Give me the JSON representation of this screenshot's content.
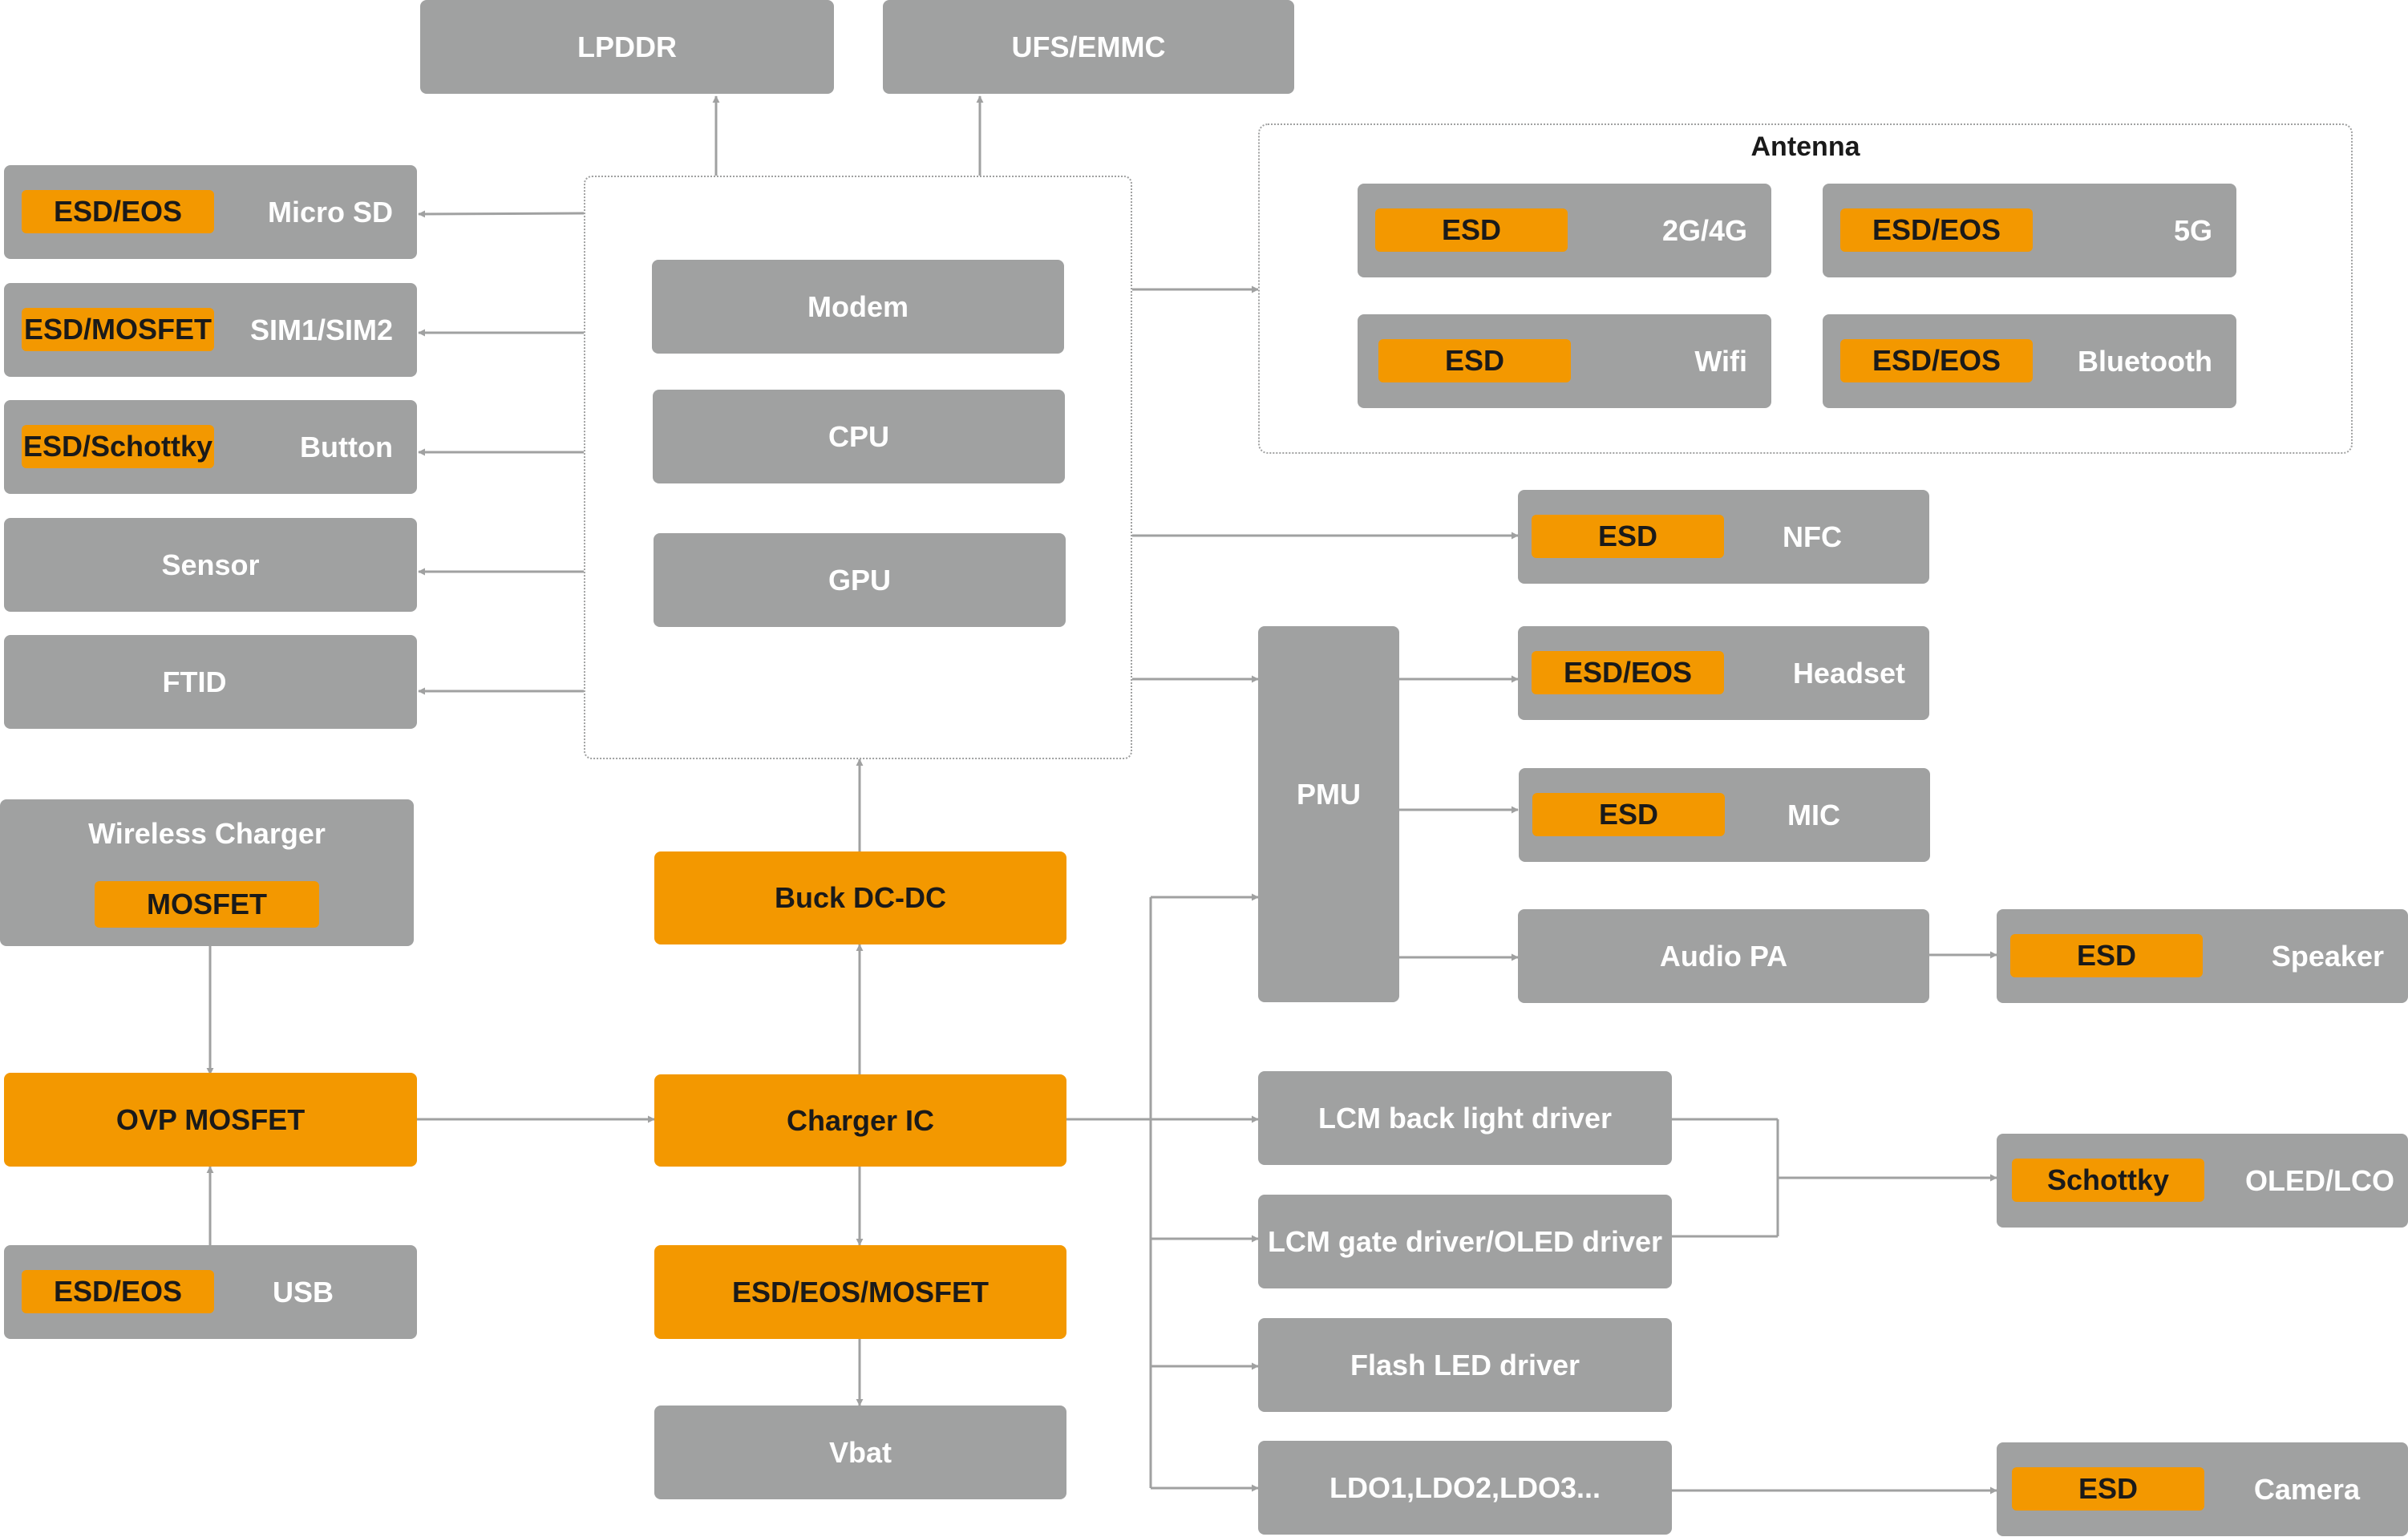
{
  "diagram": {
    "memory": {
      "lpddr": "LPDDR",
      "ufs": "UFS/EMMC"
    },
    "soc": {
      "modem": "Modem",
      "cpu": "CPU",
      "gpu": "GPU"
    },
    "left": {
      "microsd": {
        "tag": "ESD/EOS",
        "label": "Micro SD"
      },
      "sim": {
        "tag": "ESD/MOSFET",
        "label": "SIM1/SIM2"
      },
      "button": {
        "tag": "ESD/Schottky",
        "label": "Button"
      },
      "sensor": "Sensor",
      "ftid": "FTID"
    },
    "antenna": {
      "title": "Antenna",
      "g24": {
        "tag": "ESD",
        "label": "2G/4G"
      },
      "g5": {
        "tag": "ESD/EOS",
        "label": "5G"
      },
      "wifi": {
        "tag": "ESD",
        "label": "Wifi"
      },
      "bt": {
        "tag": "ESD/EOS",
        "label": "Bluetooth"
      }
    },
    "nfc": {
      "tag": "ESD",
      "label": "NFC"
    },
    "pmu": "PMU",
    "headset": {
      "tag": "ESD/EOS",
      "label": "Headset"
    },
    "mic": {
      "tag": "ESD",
      "label": "MIC"
    },
    "audio_pa": "Audio PA",
    "speaker": {
      "tag": "ESD",
      "label": "Speaker"
    },
    "wireless": {
      "label": "Wireless Charger",
      "tag": "MOSFET"
    },
    "ovp": "OVP MOSFET",
    "usb": {
      "tag": "ESD/EOS",
      "label": "USB"
    },
    "buck": "Buck DC-DC",
    "charger": "Charger IC",
    "esd_eos_mosfet": "ESD/EOS/MOSFET",
    "vbat": "Vbat",
    "lcm_backlight": "LCM back light driver",
    "lcm_gate": "LCM gate driver/OLED driver",
    "flash": "Flash LED driver",
    "ldo": "LDO1,LDO2,LDO3...",
    "oled": {
      "tag": "Schottky",
      "label": "OLED/LCO"
    },
    "camera": {
      "tag": "ESD",
      "label": "Camera"
    }
  }
}
